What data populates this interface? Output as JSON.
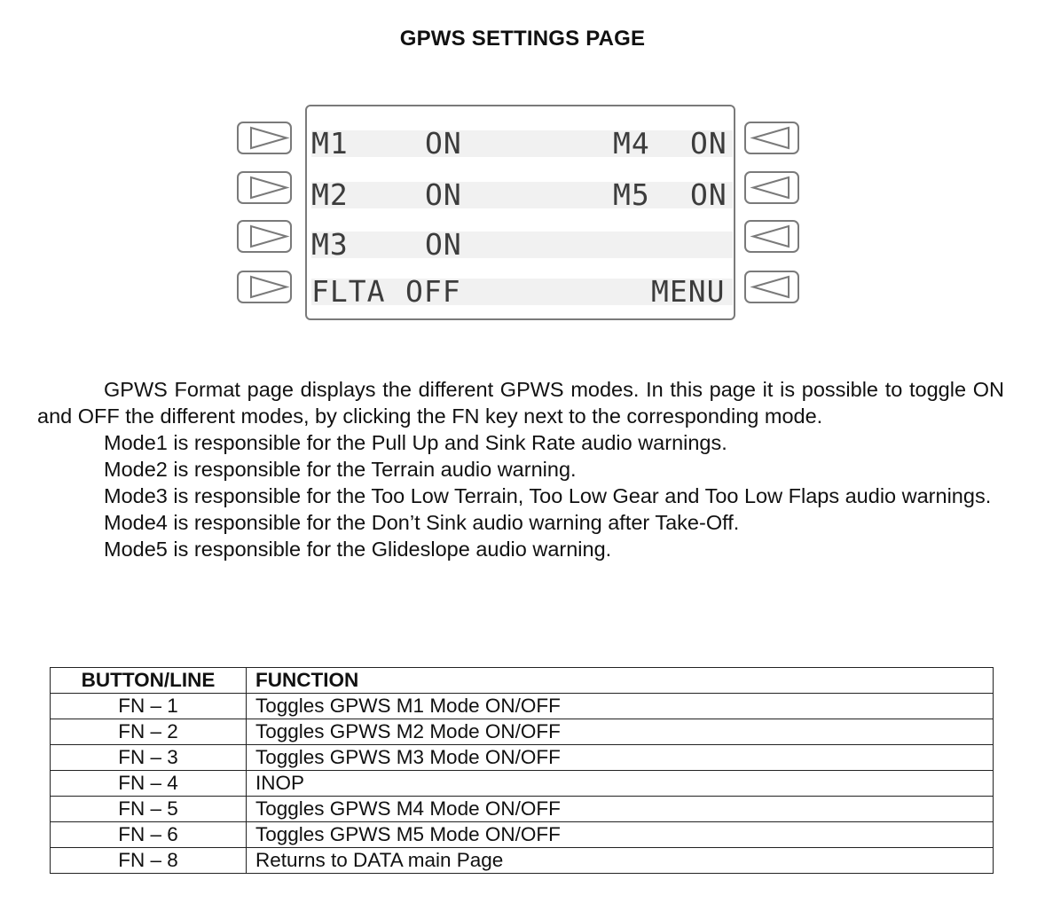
{
  "page": {
    "title": "GPWS SETTINGS PAGE"
  },
  "display": {
    "rows": [
      {
        "left_label": "M1",
        "left_value": "ON",
        "right_label": "M4",
        "right_value": "ON"
      },
      {
        "left_label": "M2",
        "left_value": "ON",
        "right_label": "M5",
        "right_value": "ON"
      },
      {
        "left_label": "M3",
        "left_value": "ON",
        "right_label": "",
        "right_value": ""
      },
      {
        "left_label": "FLTA",
        "left_value": "OFF",
        "right_label": "",
        "right_value": "MENU"
      }
    ],
    "left_buttons": [
      "triangle-right-icon",
      "triangle-right-icon",
      "triangle-right-icon",
      "triangle-right-icon"
    ],
    "right_buttons": [
      "triangle-left-icon",
      "triangle-left-icon",
      "triangle-left-icon",
      "triangle-left-icon"
    ]
  },
  "description": {
    "p1": "GPWS Format page displays the different GPWS modes. In this page it is possible to toggle ON and OFF the different modes, by clicking the FN key next to the corresponding mode.",
    "p2": "Mode1 is responsible for the Pull Up and Sink Rate audio warnings.",
    "p3": "Mode2 is responsible for the Terrain audio warning.",
    "p4": "Mode3 is responsible for the Too Low Terrain, Too Low Gear and Too Low Flaps audio warnings.",
    "p5": "Mode4 is responsible for the Don’t Sink audio warning after Take-Off.",
    "p6": "Mode5 is responsible for the Glideslope audio warning."
  },
  "table": {
    "headers": [
      "BUTTON/LINE",
      "FUNCTION"
    ],
    "rows": [
      [
        "FN – 1",
        "Toggles GPWS M1 Mode ON/OFF"
      ],
      [
        "FN – 2",
        "Toggles GPWS M2 Mode ON/OFF"
      ],
      [
        "FN – 3",
        "Toggles GPWS M3 Mode ON/OFF"
      ],
      [
        "FN – 4",
        "INOP"
      ],
      [
        "FN – 5",
        "Toggles GPWS M4 Mode ON/OFF"
      ],
      [
        "FN – 6",
        "Toggles GPWS M5 Mode ON/OFF"
      ],
      [
        "FN – 8",
        "Returns to DATA main Page"
      ]
    ]
  }
}
